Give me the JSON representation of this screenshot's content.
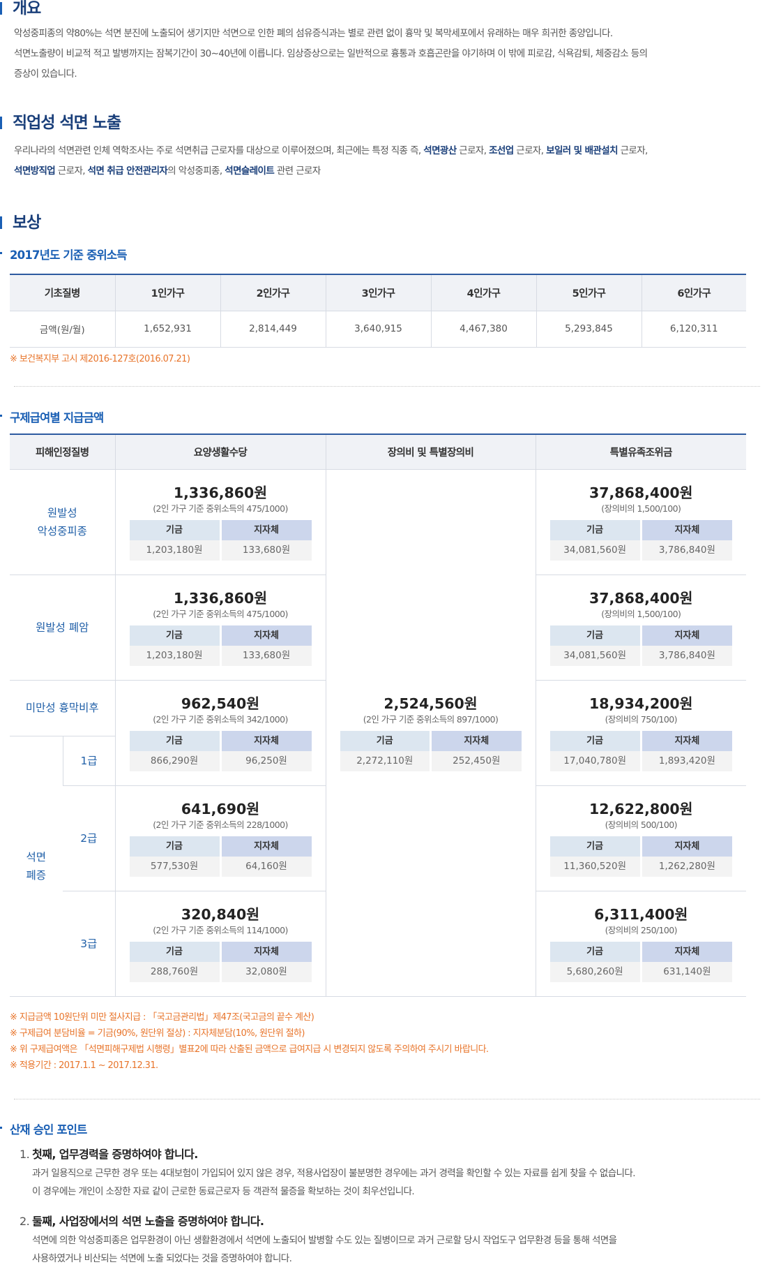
{
  "overview": {
    "title": "개요",
    "lines": [
      "악성중피종의 약80%는 석면 분진에 노출되어 생기지만 석면으로 인한 폐의 섬유증식과는 별로 관련 없이 흉막 및 복막세포에서 유래하는 매우 희귀한 종양입니다.",
      "석면노출량이 비교적 적고 발병까지는 잠복기간이 30∼40년에 이릅니다. 임상증상으로는 일반적으로 흉통과 호흡곤란을 야기하며 이 밖에 피로감, 식욕감퇴, 체중감소 등의",
      "증상이 있습니다."
    ]
  },
  "occupational": {
    "title": "직업성 석면 노출",
    "t1": "우리나라의 석면관련 인체 역학조사는 주로 석면취급 근로자를 대상으로 이루어졌으며, 최근에는 특정 직종 즉, ",
    "b1": "석면광산",
    "t2": " 근로자, ",
    "b2": "조선업",
    "t3": " 근로자, ",
    "b3": "보일러 및 배관설치",
    "t4": " 근로자,",
    "b4": "석면방직업",
    "t5": " 근로자, ",
    "b5": "석면 취급 안전관리자",
    "t6": "의 악성중피종, ",
    "b6": "석면슬레이트",
    "t7": " 관련 근로자"
  },
  "compensation": {
    "title": "보상",
    "income_title": "2017년도 기준 중위소득",
    "income_headers": [
      "기초질병",
      "1인가구",
      "2인가구",
      "3인가구",
      "4인가구",
      "5인가구",
      "6인가구"
    ],
    "income_row": [
      "금액(원/월)",
      "1,652,931",
      "2,814,449",
      "3,640,915",
      "4,467,380",
      "5,293,845",
      "6,120,311"
    ],
    "income_note": "※ 보건복지부 고시 제2016-127호(2016.07.21)",
    "relief_title": "구제급여별 지급금액",
    "relief_headers": [
      "피해인정질병",
      "요양생활수당",
      "장의비 및 특별장의비",
      "특별유족조위금"
    ],
    "fund_label": "기금",
    "local_label": "지자체",
    "diseases": {
      "meso": "원발성\n악성중피종",
      "lung": "원발성 폐암",
      "pleura": "미만성 흉막비후",
      "asbestosis": "석면\n폐증",
      "g1": "1급",
      "g2": "2급",
      "g3": "3급"
    },
    "living": [
      {
        "amount": "1,336,860원",
        "basis": "(2인 가구 기준 중위소득의 475/1000)",
        "fund": "1,203,180원",
        "local": "133,680원"
      },
      {
        "amount": "1,336,860원",
        "basis": "(2인 가구 기준 중위소득의 475/1000)",
        "fund": "1,203,180원",
        "local": "133,680원"
      },
      {
        "amount": "962,540원",
        "basis": "(2인 가구 기준 중위소득의 342/1000)",
        "fund": "866,290원",
        "local": "96,250원"
      },
      {
        "amount": "641,690원",
        "basis": "(2인 가구 기준 중위소득의 228/1000)",
        "fund": "577,530원",
        "local": "64,160원"
      },
      {
        "amount": "320,840원",
        "basis": "(2인 가구 기준 중위소득의 114/1000)",
        "fund": "288,760원",
        "local": "32,080원"
      }
    ],
    "funeral": {
      "amount": "2,524,560원",
      "basis": "(2인 가구 기준 중위소득의 897/1000)",
      "fund": "2,272,110원",
      "local": "252,450원"
    },
    "condolence": [
      {
        "amount": "37,868,400원",
        "basis": "(장의비의 1,500/100)",
        "fund": "34,081,560원",
        "local": "3,786,840원"
      },
      {
        "amount": "37,868,400원",
        "basis": "(장의비의 1,500/100)",
        "fund": "34,081,560원",
        "local": "3,786,840원"
      },
      {
        "amount": "18,934,200원",
        "basis": "(장의비의 750/100)",
        "fund": "17,040,780원",
        "local": "1,893,420원"
      },
      {
        "amount": "12,622,800원",
        "basis": "(장의비의 500/100)",
        "fund": "11,360,520원",
        "local": "1,262,280원"
      },
      {
        "amount": "6,311,400원",
        "basis": "(장의비의 250/100)",
        "fund": "5,680,260원",
        "local": "631,140원"
      }
    ],
    "relief_notes": [
      "※ 지급금액 10원단위 미만 절사지급 : 「국고금관리법」제47조(국고금의 끝수 계산)",
      "※ 구제급여 분담비율 = 기금(90%, 원단위 절상) : 지자체분담(10%, 원단위 절하)",
      "※ 위 구제급여액은 「석면피해구제법 시행령」별표2에 따라 산출된 금액으로 급여지급 시 변경되지 않도록 주의하여 주시기 바랍니다.",
      "※ 적용기간 : 2017.1.1 ~ 2017.12.31."
    ]
  },
  "approval": {
    "title": "산재 승인 포인트",
    "items": [
      {
        "num": "1.",
        "head": "첫째, 업무경력을 증명하여야 합니다.",
        "body": [
          "과거 일용직으로 근무한 경우 또는 4대보험이 가입되어 있지 않은 경우, 적용사업장이 불분명한 경우에는 과거 경력을 확인할 수 있는 자료를 쉽게 찾을 수 없습니다.",
          "이 경우에는 개인이 소장한 자료 같이 근로한 동료근로자 등 객관적 물증을 확보하는 것이 최우선입니다."
        ]
      },
      {
        "num": "2.",
        "head": "둘째, 사업장에서의 석면 노출을 증명하여야 합니다.",
        "body": [
          "석면에 의한 악성중피종은 업무환경이 아닌 생활환경에서 석면에 노출되어 발병할 수도 있는 질병이므로 과거 근로할 당시 작업도구 업무환경 등을 통해 석면을",
          "사용하였거나 비산되는 석면에 노출 되었다는 것을 증명하여야 합니다."
        ]
      }
    ]
  }
}
